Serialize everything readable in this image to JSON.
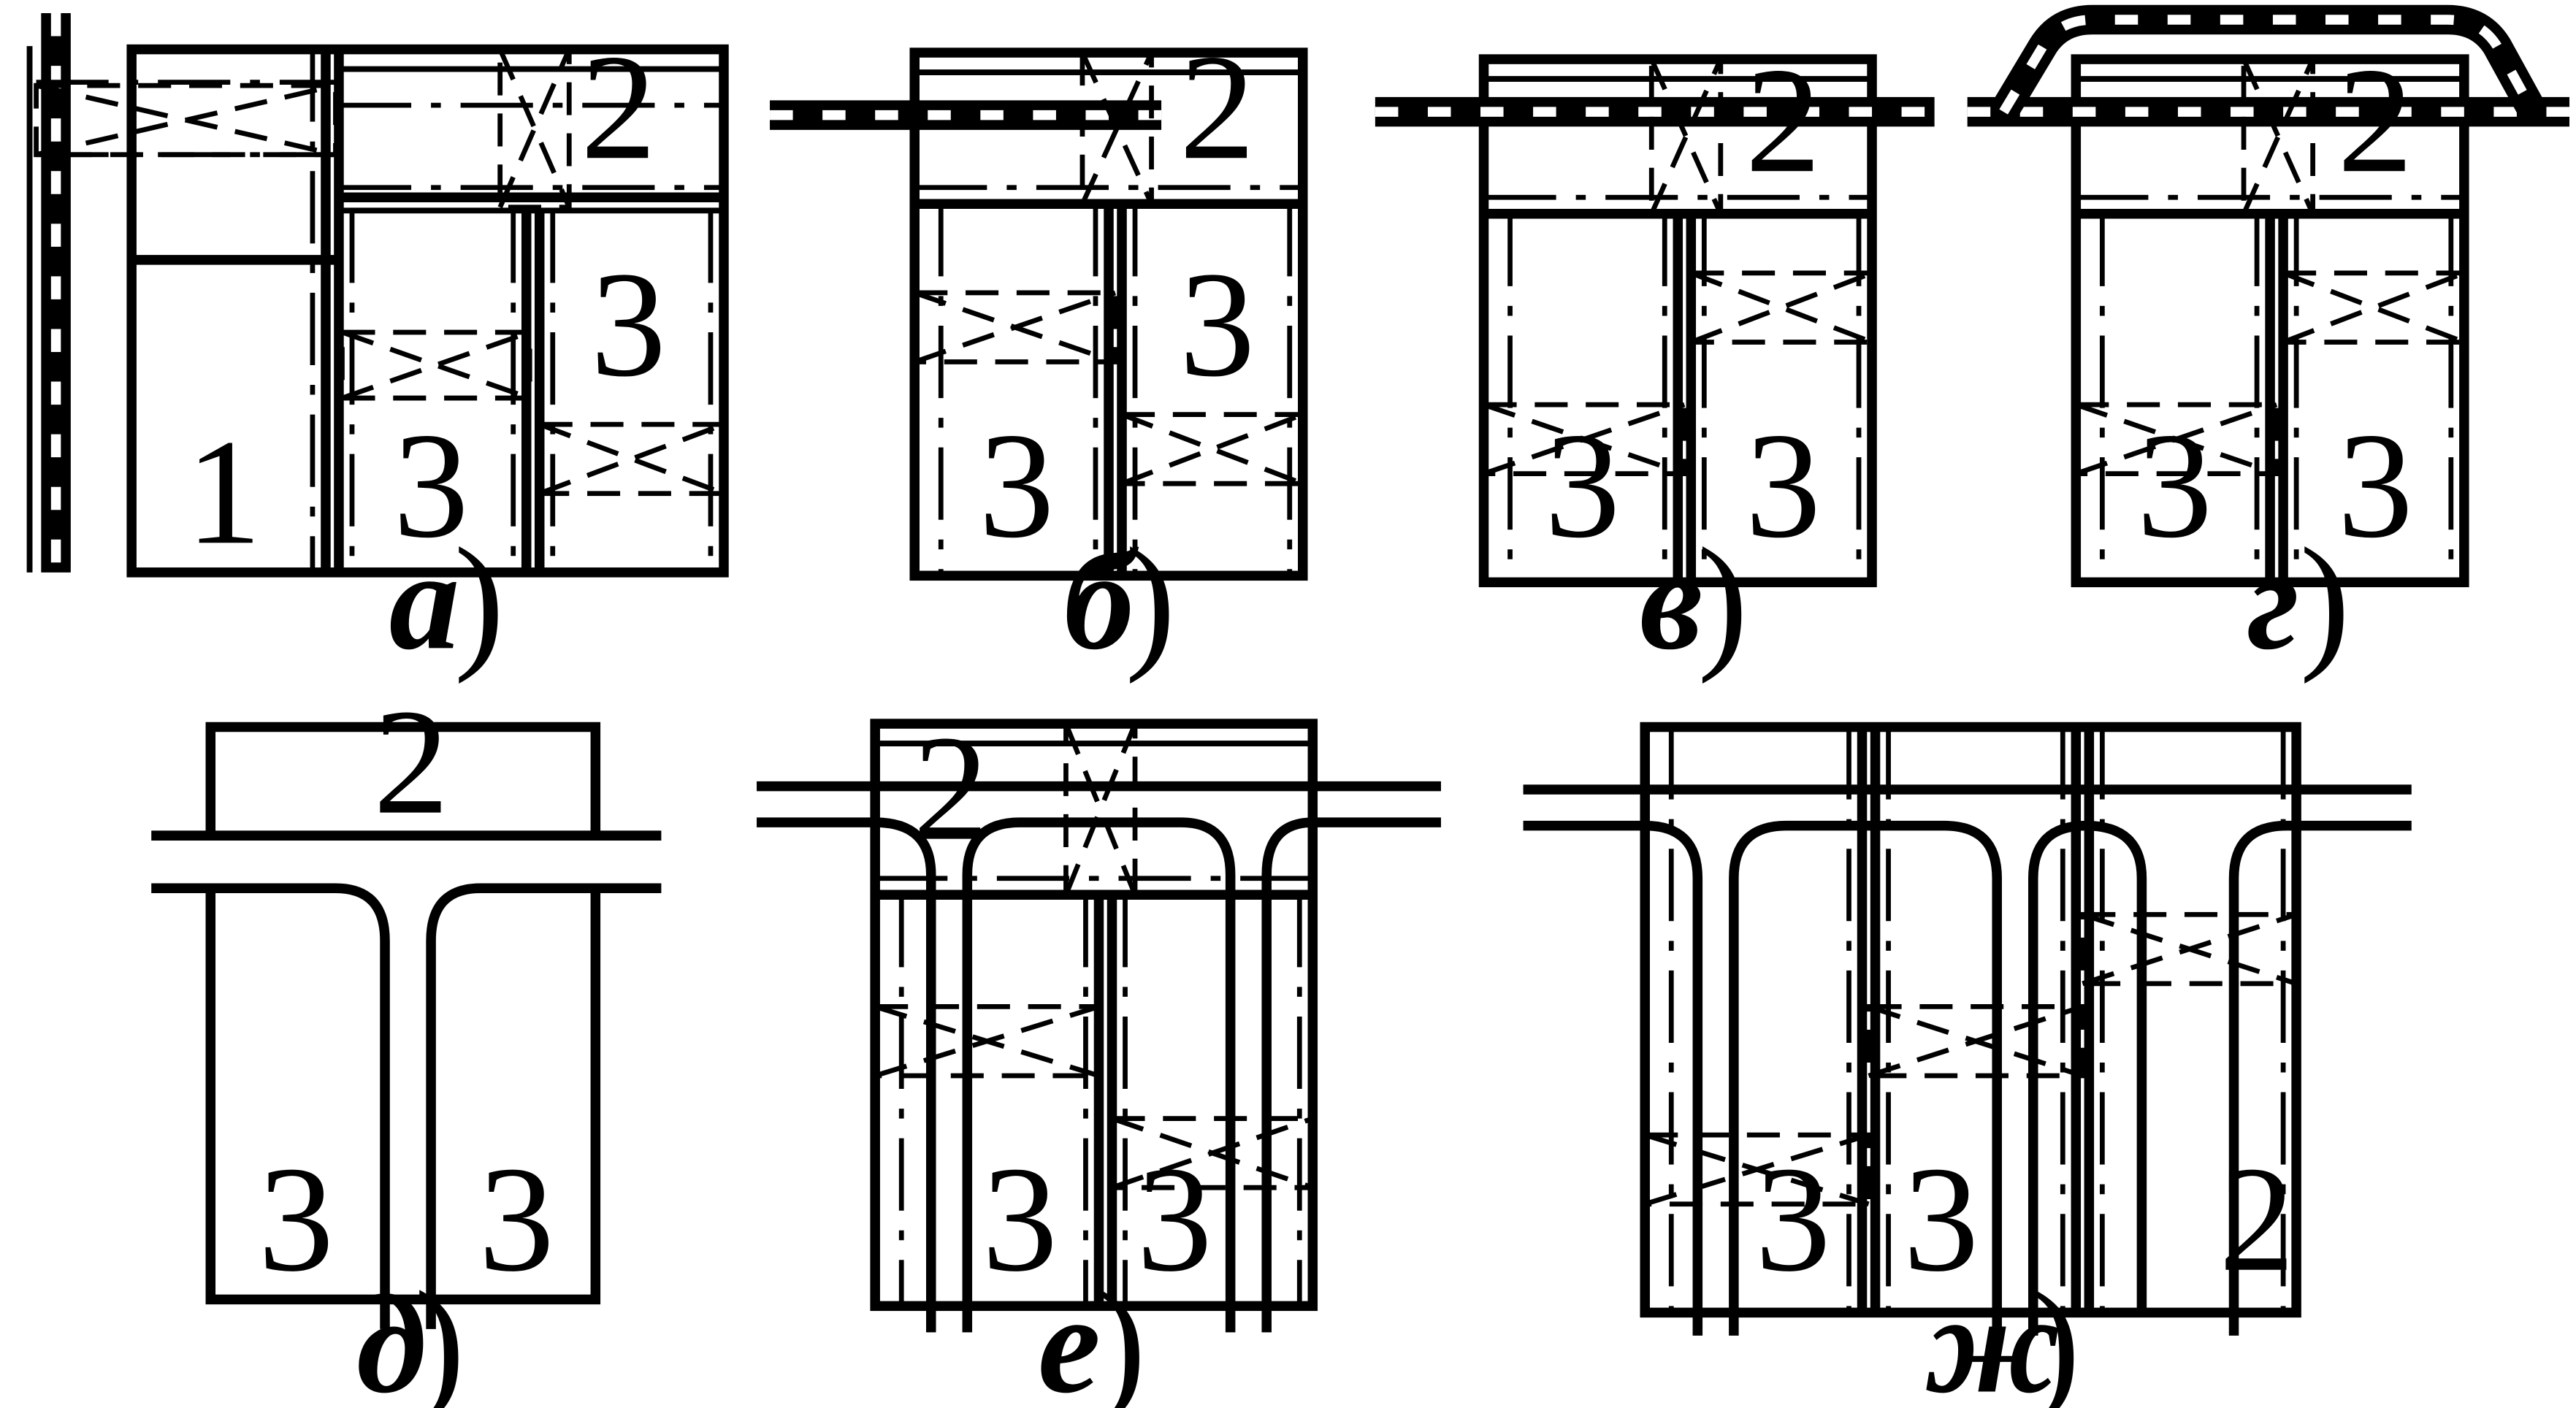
{
  "panels": [
    {
      "id": "a",
      "caption": "а",
      "labels": {
        "zone1": "1",
        "zone2": "2",
        "zone3_left": "3",
        "zone3_right": "3"
      }
    },
    {
      "id": "b",
      "caption": "б",
      "labels": {
        "zone2": "2",
        "zone3_left": "3",
        "zone3_right": "3"
      }
    },
    {
      "id": "v",
      "caption": "в",
      "labels": {
        "zone2": "2",
        "zone3_left": "3",
        "zone3_right": "3"
      }
    },
    {
      "id": "g",
      "caption": "г",
      "labels": {
        "zone2": "2",
        "zone3_left": "3",
        "zone3_right": "3"
      }
    },
    {
      "id": "d",
      "caption": "д",
      "labels": {
        "zone2": "2",
        "zone3_left": "3",
        "zone3_right": "3"
      }
    },
    {
      "id": "e",
      "caption": "е",
      "labels": {
        "zone2": "2",
        "zone3_left": "3",
        "zone3_right": "3"
      }
    },
    {
      "id": "zh",
      "caption": "ж",
      "labels": {
        "zone3_left": "3",
        "zone3_middle": "3",
        "zone2": "2"
      }
    }
  ],
  "caption_paren": ")"
}
